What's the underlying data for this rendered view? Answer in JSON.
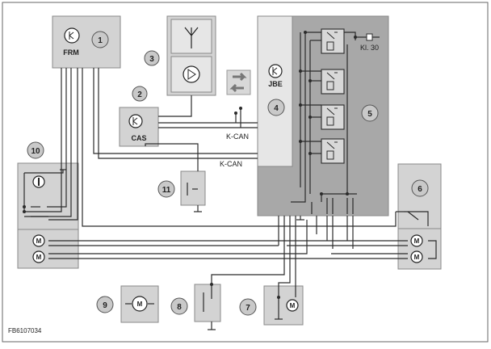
{
  "figure_id": "FB6107034",
  "components": {
    "frm": {
      "number": "1",
      "label": "FRM"
    },
    "cas": {
      "number": "2",
      "label": "CAS"
    },
    "antenna_unit": {
      "number": "3"
    },
    "jbe": {
      "number": "4",
      "label": "JBE"
    },
    "relay_block": {
      "number": "5"
    },
    "door_module_right": {
      "number": "6"
    },
    "tailgate_motor": {
      "number": "7"
    },
    "switch_8": {
      "number": "8"
    },
    "motor_9": {
      "number": "9"
    },
    "door_module_left": {
      "number": "10"
    },
    "switch_11": {
      "number": "11"
    }
  },
  "labels": {
    "kcan_upper": "K-CAN",
    "kcan_lower": "K-CAN",
    "terminal": "Kl. 30",
    "motor_symbol": "M"
  },
  "colors": {
    "box_fill": "#d3d3d3",
    "box_light": "#e6e6e6",
    "dark_block": "#a8a8a8",
    "line": "#2b2b2b",
    "callout_fill": "#c9c9c9"
  }
}
